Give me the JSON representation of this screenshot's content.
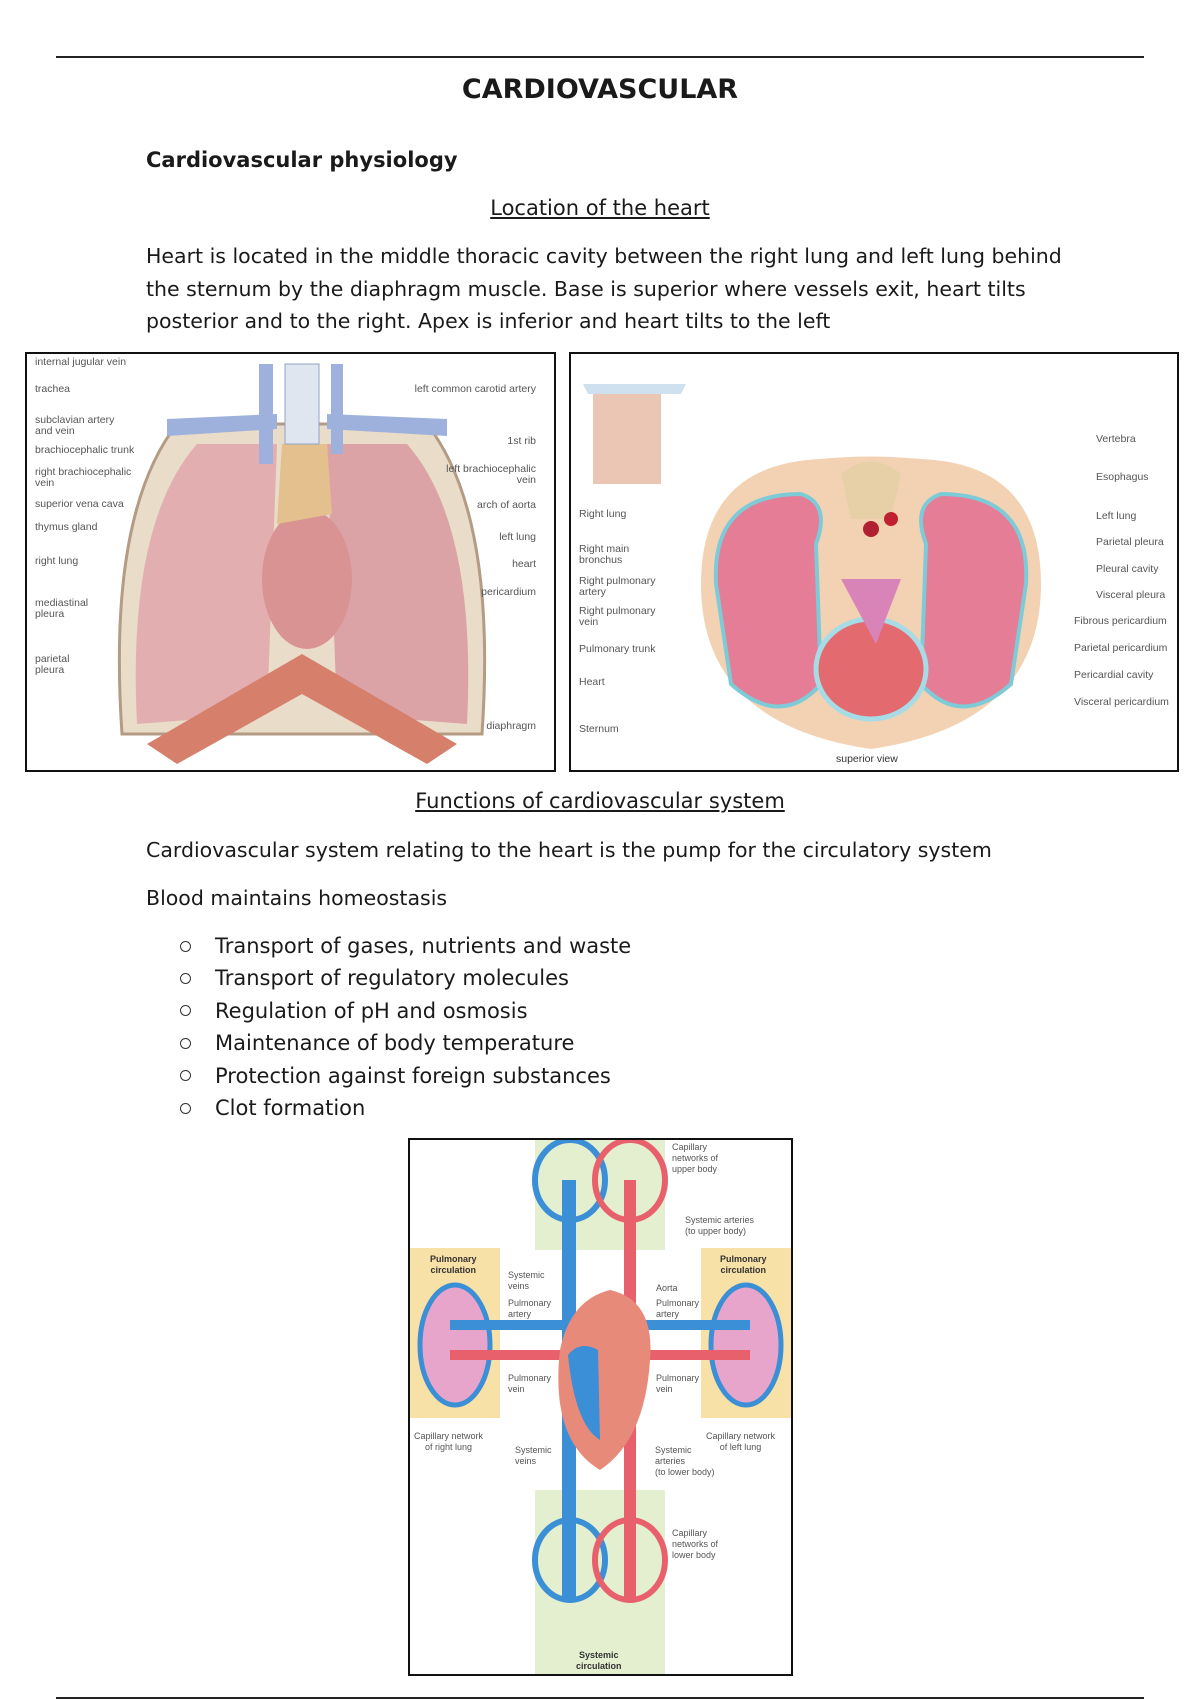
{
  "page": {
    "title": "CARDIOVASCULAR",
    "section": "Cardiovascular physiology",
    "location_heading": "Location of the heart",
    "location_text": "Heart is located in the middle thoracic cavity between the right lung and left lung behind the sternum by the diaphragm muscle. Base is superior where vessels exit, heart tilts posterior and to the right. Apex is inferior and heart tilts to the left",
    "functions_heading": "Functions of cardiovascular system",
    "functions_text_1": "Cardiovascular system relating to the heart is the pump for the circulatory system",
    "functions_text_2": "Blood maintains homeostasis",
    "bullets": [
      "Transport of gases, nutrients and waste",
      "Transport of regulatory molecules",
      "Regulation of pH and osmosis",
      "Maintenance of body temperature",
      "Protection against foreign substances",
      "Clot formation"
    ]
  },
  "figure_thorax": {
    "left_labels": [
      "internal jugular vein",
      "trachea",
      "subclavian artery\nand vein",
      "brachiocephalic trunk",
      "right brachiocephalic\nvein",
      "superior vena cava",
      "thymus gland",
      "right lung",
      "mediastinal\npleura",
      "parietal\npleura"
    ],
    "right_labels": [
      "left common carotid artery",
      "1st rib",
      "left brachiocephalic\nvein",
      "arch of aorta",
      "left lung",
      "heart",
      "pericardium",
      "diaphragm"
    ]
  },
  "figure_section": {
    "left_labels": [
      "Right lung",
      "Right main\nbronchus",
      "Right pulmonary\nartery",
      "Right pulmonary\nvein",
      "Pulmonary trunk",
      "Heart",
      "Sternum"
    ],
    "right_labels": [
      "Vertebra",
      "Esophagus",
      "Left lung",
      "Parietal pleura",
      "Pleural cavity",
      "Visceral pleura",
      "Fibrous pericardium",
      "Parietal pericardium",
      "Pericardial cavity",
      "Visceral pericardium"
    ],
    "caption": "superior view"
  },
  "figure_circulation": {
    "labels": {
      "cap_upper": "Capillary\nnetworks of\nupper body",
      "sys_art_upper": "Systemic arteries\n(to upper body)",
      "pulm_circ_left": "Pulmonary\ncirculation",
      "pulm_circ_right": "Pulmonary\ncirculation",
      "sys_veins_top": "Systemic\nveins",
      "aorta": "Aorta",
      "pulm_artery_left": "Pulmonary\nartery",
      "pulm_artery_right": "Pulmonary\nartery",
      "pulm_vein_left": "Pulmonary\nvein",
      "pulm_vein_right": "Pulmonary\nvein",
      "cap_right_lung": "Capillary network\nof right lung",
      "cap_left_lung": "Capillary network\nof left lung",
      "sys_veins_bottom": "Systemic\nveins",
      "sys_art_lower": "Systemic\narteries\n(to lower body)",
      "cap_lower": "Capillary\nnetworks of\nlower body",
      "sys_circ": "Systemic\ncirculation"
    }
  }
}
